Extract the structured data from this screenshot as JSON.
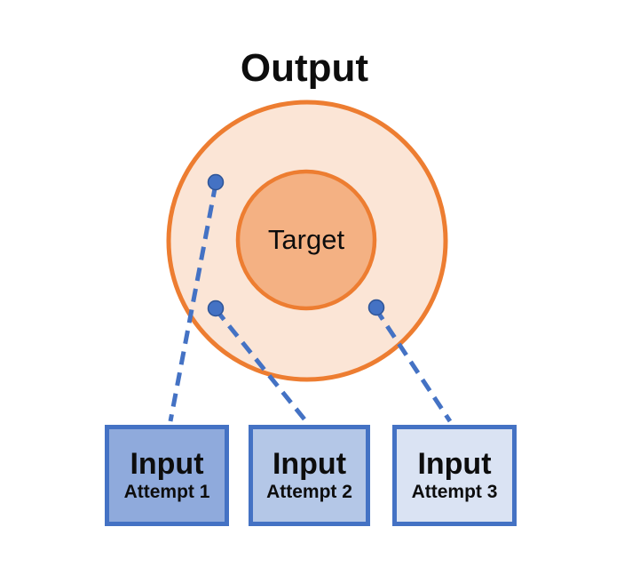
{
  "title": "Output",
  "target": {
    "label": "Target"
  },
  "attempts": [
    {
      "label": "Input",
      "sublabel": "Attempt 1",
      "fill": "#8FAADC"
    },
    {
      "label": "Input",
      "sublabel": "Attempt 2",
      "fill": "#B4C7E7"
    },
    {
      "label": "Input",
      "sublabel": "Attempt 3",
      "fill": "#DAE3F3"
    }
  ],
  "colors": {
    "orange_stroke": "#ED7D31",
    "outer_circle_fill": "#FBE5D6",
    "inner_circle_fill": "#F4B183",
    "blue": "#4472C4",
    "dot_fill": "#4472C4",
    "dot_stroke": "#2F5597",
    "box_border": "#4472C4",
    "text": "#0D0D0D",
    "background": "#FFFFFF"
  }
}
